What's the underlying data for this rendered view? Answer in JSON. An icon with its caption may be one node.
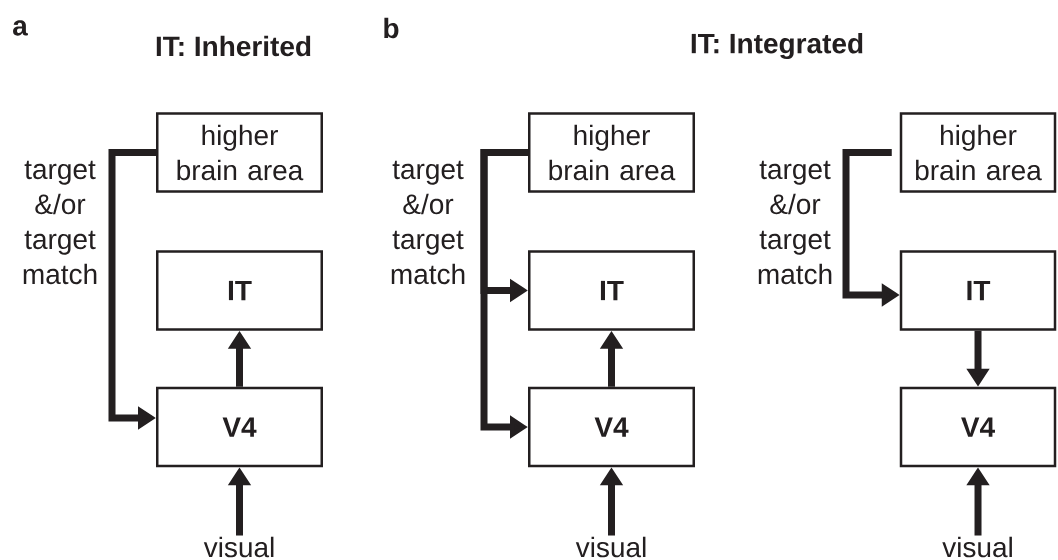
{
  "diagram": {
    "nodes": [
      {
        "text": [
          "higher brain area"
        ]
      },
      {
        "text": [
          "IT"
        ]
      },
      {
        "text": [
          "V4"
        ]
      },
      {
        "text": [
          "visual"
        ]
      },
      {
        "text": [
          "higher brain area"
        ]
      },
      {
        "text": [
          "IT"
        ]
      },
      {
        "text": [
          "V4"
        ]
      },
      {
        "text": [
          "visual"
        ]
      },
      {
        "text": [
          "higher brain area"
        ]
      },
      {
        "text": [
          "IT"
        ]
      },
      {
        "text": [
          "V4"
        ]
      },
      {
        "text": [
          "visual"
        ]
      }
    ],
    "edges": [
      {
        "from": 0,
        "to": 2,
        "arrow": "to",
        "label": "target &/or target match"
      },
      {
        "from": 2,
        "to": 1,
        "arrow": "to"
      },
      {
        "from": 3,
        "to": 2,
        "arrow": "to"
      },
      {
        "from": 4,
        "to": 5,
        "arrow": "to",
        "label": "target &/or target match"
      },
      {
        "from": 4,
        "to": 6,
        "arrow": "to"
      },
      {
        "from": 6,
        "to": 5,
        "arrow": "to"
      },
      {
        "from": 7,
        "to": 6,
        "arrow": "to"
      },
      {
        "from": 8,
        "to": 9,
        "arrow": "to",
        "label": "target &/or target match"
      },
      {
        "from": 9,
        "to": 10,
        "arrow": "to"
      },
      {
        "from": 11,
        "to": 10,
        "arrow": "to"
      }
    ],
    "labels": [
      "a",
      "IT: Inherited",
      "b",
      "IT: Integrated"
    ]
  }
}
